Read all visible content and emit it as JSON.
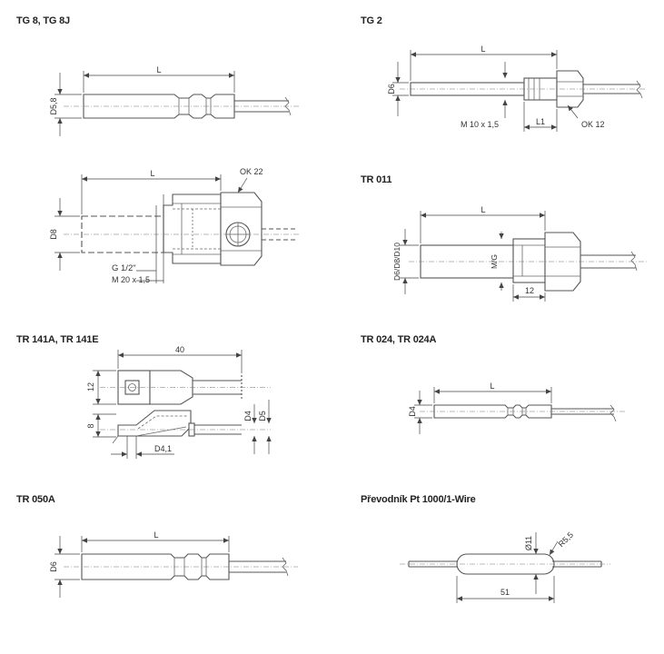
{
  "panels": {
    "tg8": {
      "title": "TG 8, TG 8J",
      "labels": {
        "length": "L",
        "diameter": "D5,8"
      }
    },
    "tg2": {
      "title": "TG 2",
      "labels": {
        "length": "L",
        "diameter": "D6",
        "thread": "M 10 x 1,5",
        "thread_length": "L1",
        "wrench": "OK 12"
      }
    },
    "tg8_fitting": {
      "labels": {
        "length": "L",
        "diameter": "D8",
        "wrench": "OK 22",
        "pipe_thread": "G 1/2\"",
        "metric_thread": "M 20 x 1,5"
      }
    },
    "tr011": {
      "title": "TR 011",
      "labels": {
        "length": "L",
        "diameter": "D6/D8/D10",
        "thread": "M/G",
        "thread_length": "12"
      }
    },
    "tr141": {
      "title": "TR 141A, TR 141E",
      "labels": {
        "length": "40",
        "width": "12",
        "height": "8",
        "d4": "D4",
        "d5": "D5",
        "hole": "D4,1"
      }
    },
    "tr024": {
      "title": "TR 024, TR 024A",
      "labels": {
        "length": "L",
        "diameter": "D4"
      }
    },
    "tr050": {
      "title": "TR 050A",
      "labels": {
        "length": "L",
        "diameter": "D6"
      }
    },
    "pt1000": {
      "title": "Převodník Pt 1000/1-Wire",
      "labels": {
        "diameter": "Ø11",
        "radius": "R5,5",
        "length": "51"
      }
    }
  }
}
